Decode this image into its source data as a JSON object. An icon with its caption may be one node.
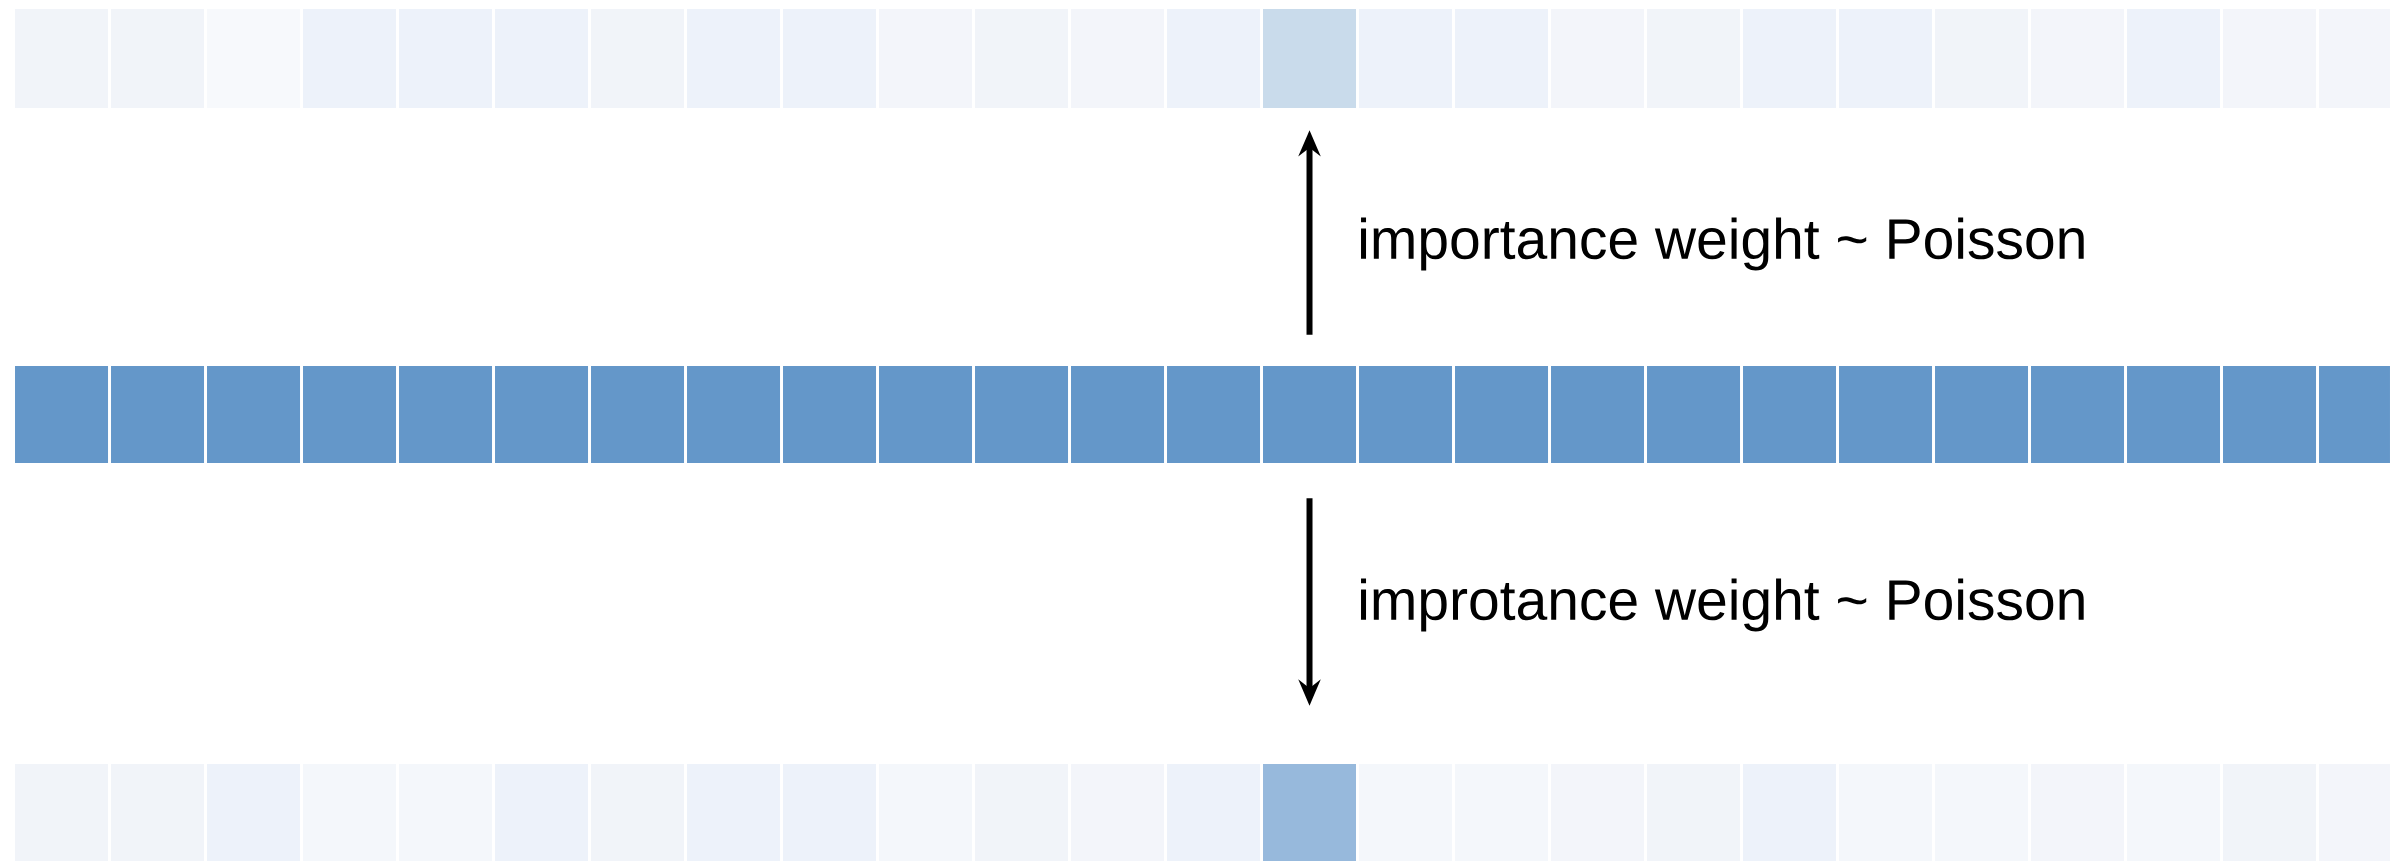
{
  "diagram": {
    "nodes": [
      {
        "text": [],
        "shape": "box"
      },
      {
        "text": [],
        "shape": "box"
      },
      {
        "text": [],
        "shape": "box"
      },
      {
        "text": [],
        "shape": "box"
      },
      {
        "text": [],
        "shape": "box"
      },
      {
        "text": [],
        "shape": "box"
      },
      {
        "text": [],
        "shape": "box"
      },
      {
        "text": [],
        "shape": "box"
      },
      {
        "text": [],
        "shape": "box"
      },
      {
        "text": [],
        "shape": "box"
      },
      {
        "text": [],
        "shape": "box"
      },
      {
        "text": [],
        "shape": "box"
      },
      {
        "text": [],
        "shape": "box"
      },
      {
        "text": [],
        "shape": "box"
      },
      {
        "text": [],
        "shape": "box"
      },
      {
        "text": [],
        "shape": "box"
      },
      {
        "text": [],
        "shape": "box"
      },
      {
        "text": [],
        "shape": "box"
      },
      {
        "text": [],
        "shape": "box"
      },
      {
        "text": [],
        "shape": "box"
      },
      {
        "text": [],
        "shape": "box"
      },
      {
        "text": [],
        "shape": "box"
      },
      {
        "text": [],
        "shape": "box"
      },
      {
        "text": [],
        "shape": "box"
      },
      {
        "text": [],
        "shape": "box"
      },
      {
        "text": [],
        "shape": "box"
      },
      {
        "text": [],
        "shape": "box"
      },
      {
        "text": [],
        "shape": "box"
      },
      {
        "text": [],
        "shape": "box"
      },
      {
        "text": [],
        "shape": "box"
      },
      {
        "text": [],
        "shape": "box"
      },
      {
        "text": [],
        "shape": "box"
      },
      {
        "text": [],
        "shape": "box"
      },
      {
        "text": [],
        "shape": "box"
      },
      {
        "text": [],
        "shape": "box"
      },
      {
        "text": [],
        "shape": "box"
      },
      {
        "text": [],
        "shape": "box"
      },
      {
        "text": [],
        "shape": "box"
      },
      {
        "text": [],
        "shape": "box"
      },
      {
        "text": [],
        "shape": "box"
      },
      {
        "text": [],
        "shape": "box"
      },
      {
        "text": [],
        "shape": "box"
      },
      {
        "text": [],
        "shape": "box"
      },
      {
        "text": [],
        "shape": "box"
      },
      {
        "text": [],
        "shape": "box"
      },
      {
        "text": [],
        "shape": "box"
      },
      {
        "text": [],
        "shape": "box"
      },
      {
        "text": [],
        "shape": "box"
      },
      {
        "text": [],
        "shape": "box"
      },
      {
        "text": [],
        "shape": "box"
      },
      {
        "text": [],
        "shape": "box"
      },
      {
        "text": [],
        "shape": "box"
      },
      {
        "text": [],
        "shape": "box"
      },
      {
        "text": [],
        "shape": "box"
      },
      {
        "text": [],
        "shape": "box"
      },
      {
        "text": [],
        "shape": "box"
      },
      {
        "text": [],
        "shape": "box"
      },
      {
        "text": [],
        "shape": "box"
      },
      {
        "text": [],
        "shape": "box"
      },
      {
        "text": [],
        "shape": "box"
      },
      {
        "text": [],
        "shape": "box"
      },
      {
        "text": [],
        "shape": "box"
      },
      {
        "text": [],
        "shape": "box"
      },
      {
        "text": [],
        "shape": "box"
      },
      {
        "text": [],
        "shape": "box"
      },
      {
        "text": [],
        "shape": "box"
      },
      {
        "text": [],
        "shape": "box"
      },
      {
        "text": [],
        "shape": "box"
      },
      {
        "text": [],
        "shape": "box"
      },
      {
        "text": [],
        "shape": "box"
      },
      {
        "text": [],
        "shape": "box"
      },
      {
        "text": [],
        "shape": "box"
      },
      {
        "text": [],
        "shape": "box"
      },
      {
        "text": [],
        "shape": "box"
      },
      {
        "text": [],
        "shape": "box"
      }
    ],
    "edges": [
      {
        "from": 38,
        "to": 13,
        "arrow": "to",
        "label": "importance weight ~ Poisson"
      },
      {
        "from": 38,
        "to": 63,
        "arrow": "to",
        "label": "improtance weight ~ Poisson"
      }
    ]
  }
}
